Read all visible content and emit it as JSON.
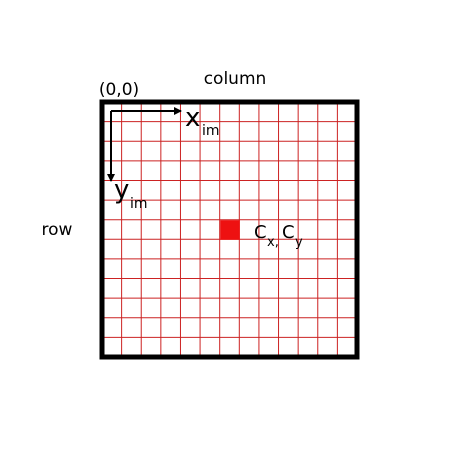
{
  "labels": {
    "column": "column",
    "row": "row",
    "origin": "(0,0)",
    "x_axis": "x",
    "x_sub": "im",
    "y_axis": "y",
    "y_sub": "im",
    "center_c1": "C",
    "center_x_sub": "x,",
    "center_c2": "C",
    "center_y_sub": "y"
  },
  "grid": {
    "columns": 13,
    "rows": 13,
    "highlighted_cell": {
      "column": 6,
      "row": 6
    }
  },
  "colors": {
    "border": "#000000",
    "grid_line": "#cc2222",
    "highlight": "#ee1111",
    "axis": "#000000"
  }
}
